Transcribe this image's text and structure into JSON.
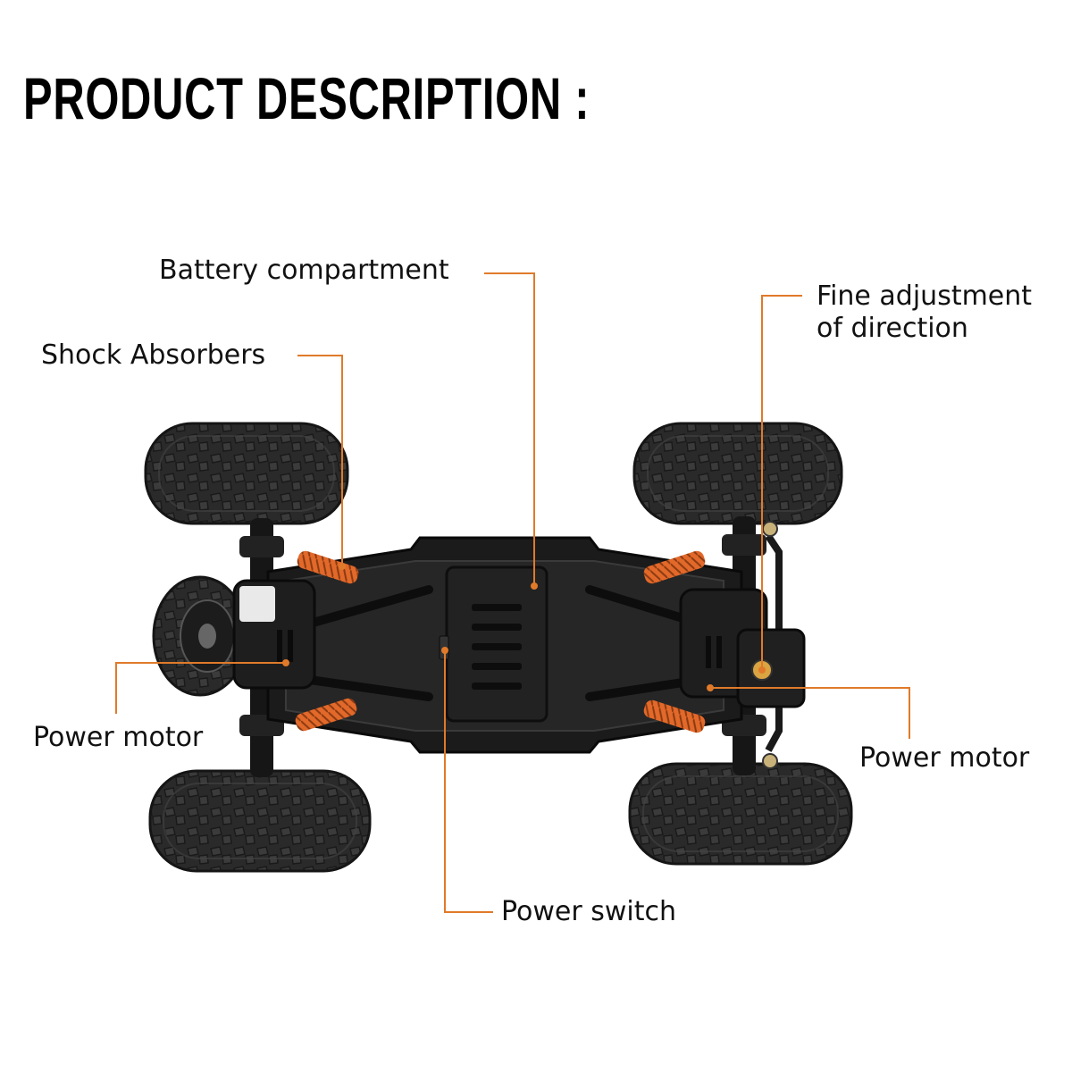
{
  "title": "PRODUCT DESCRIPTION :",
  "callouts": {
    "battery_compartment": "Battery compartment",
    "fine_adjustment_line1": "Fine adjustment",
    "fine_adjustment_line2": "of direction",
    "shock_absorbers": "Shock Absorbers",
    "power_motor_left": "Power motor",
    "power_motor_right": "Power motor",
    "power_switch": "Power switch"
  },
  "colors": {
    "leader_line": "#e07a2a",
    "tire": "#2b2b2b",
    "chassis": "#1a1a1a",
    "spring": "#e2692a"
  }
}
